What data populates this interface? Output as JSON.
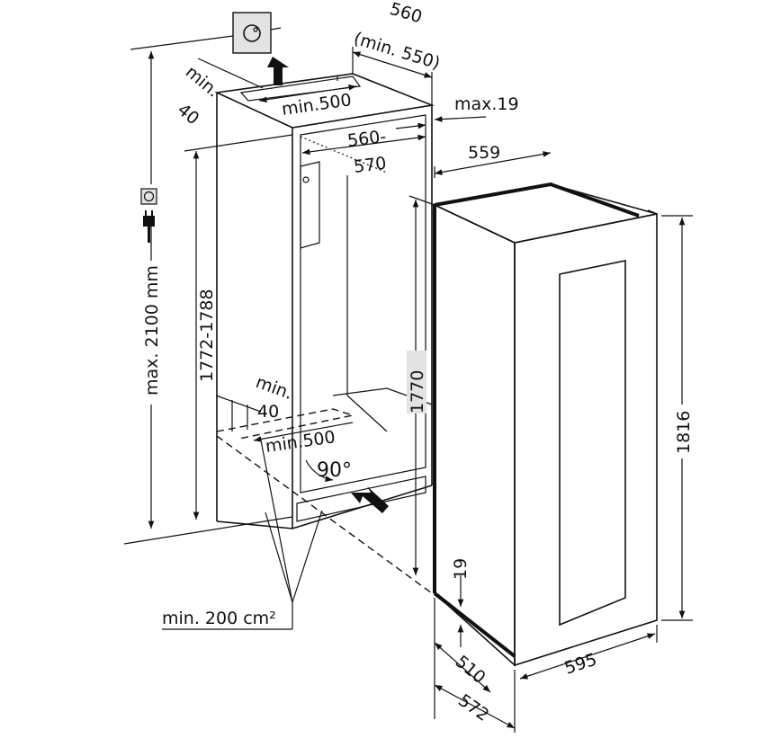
{
  "diagram": {
    "title_hidden": null,
    "niche": {
      "width_label": "560",
      "width_min_label": "(min. 550)",
      "top_gap_label_1": "min.",
      "top_gap_label_2": "40",
      "top_vent_label": "min.500",
      "max_offset_label": "max.19",
      "inner_width_label_1": "560-",
      "inner_width_label_2": "570",
      "height_label": "1772-1788",
      "max_height_label": "max. 2100 mm",
      "bottom_gap_label_1": "min.",
      "bottom_gap_label_2": "40",
      "bottom_vent_label": "min.500",
      "angle_label": "90°",
      "vent_area_label": "min. 200 cm²"
    },
    "appliance": {
      "width_top_label": "559",
      "height_label": "1770",
      "total_height_label": "1816",
      "plinth_label": "19",
      "depth_label": "510",
      "total_depth_label": "572",
      "front_width_label": "595"
    },
    "icons": [
      "power-socket-icon",
      "plug-icon",
      "wall-outlet-icon",
      "airflow-arrow-icon"
    ]
  }
}
